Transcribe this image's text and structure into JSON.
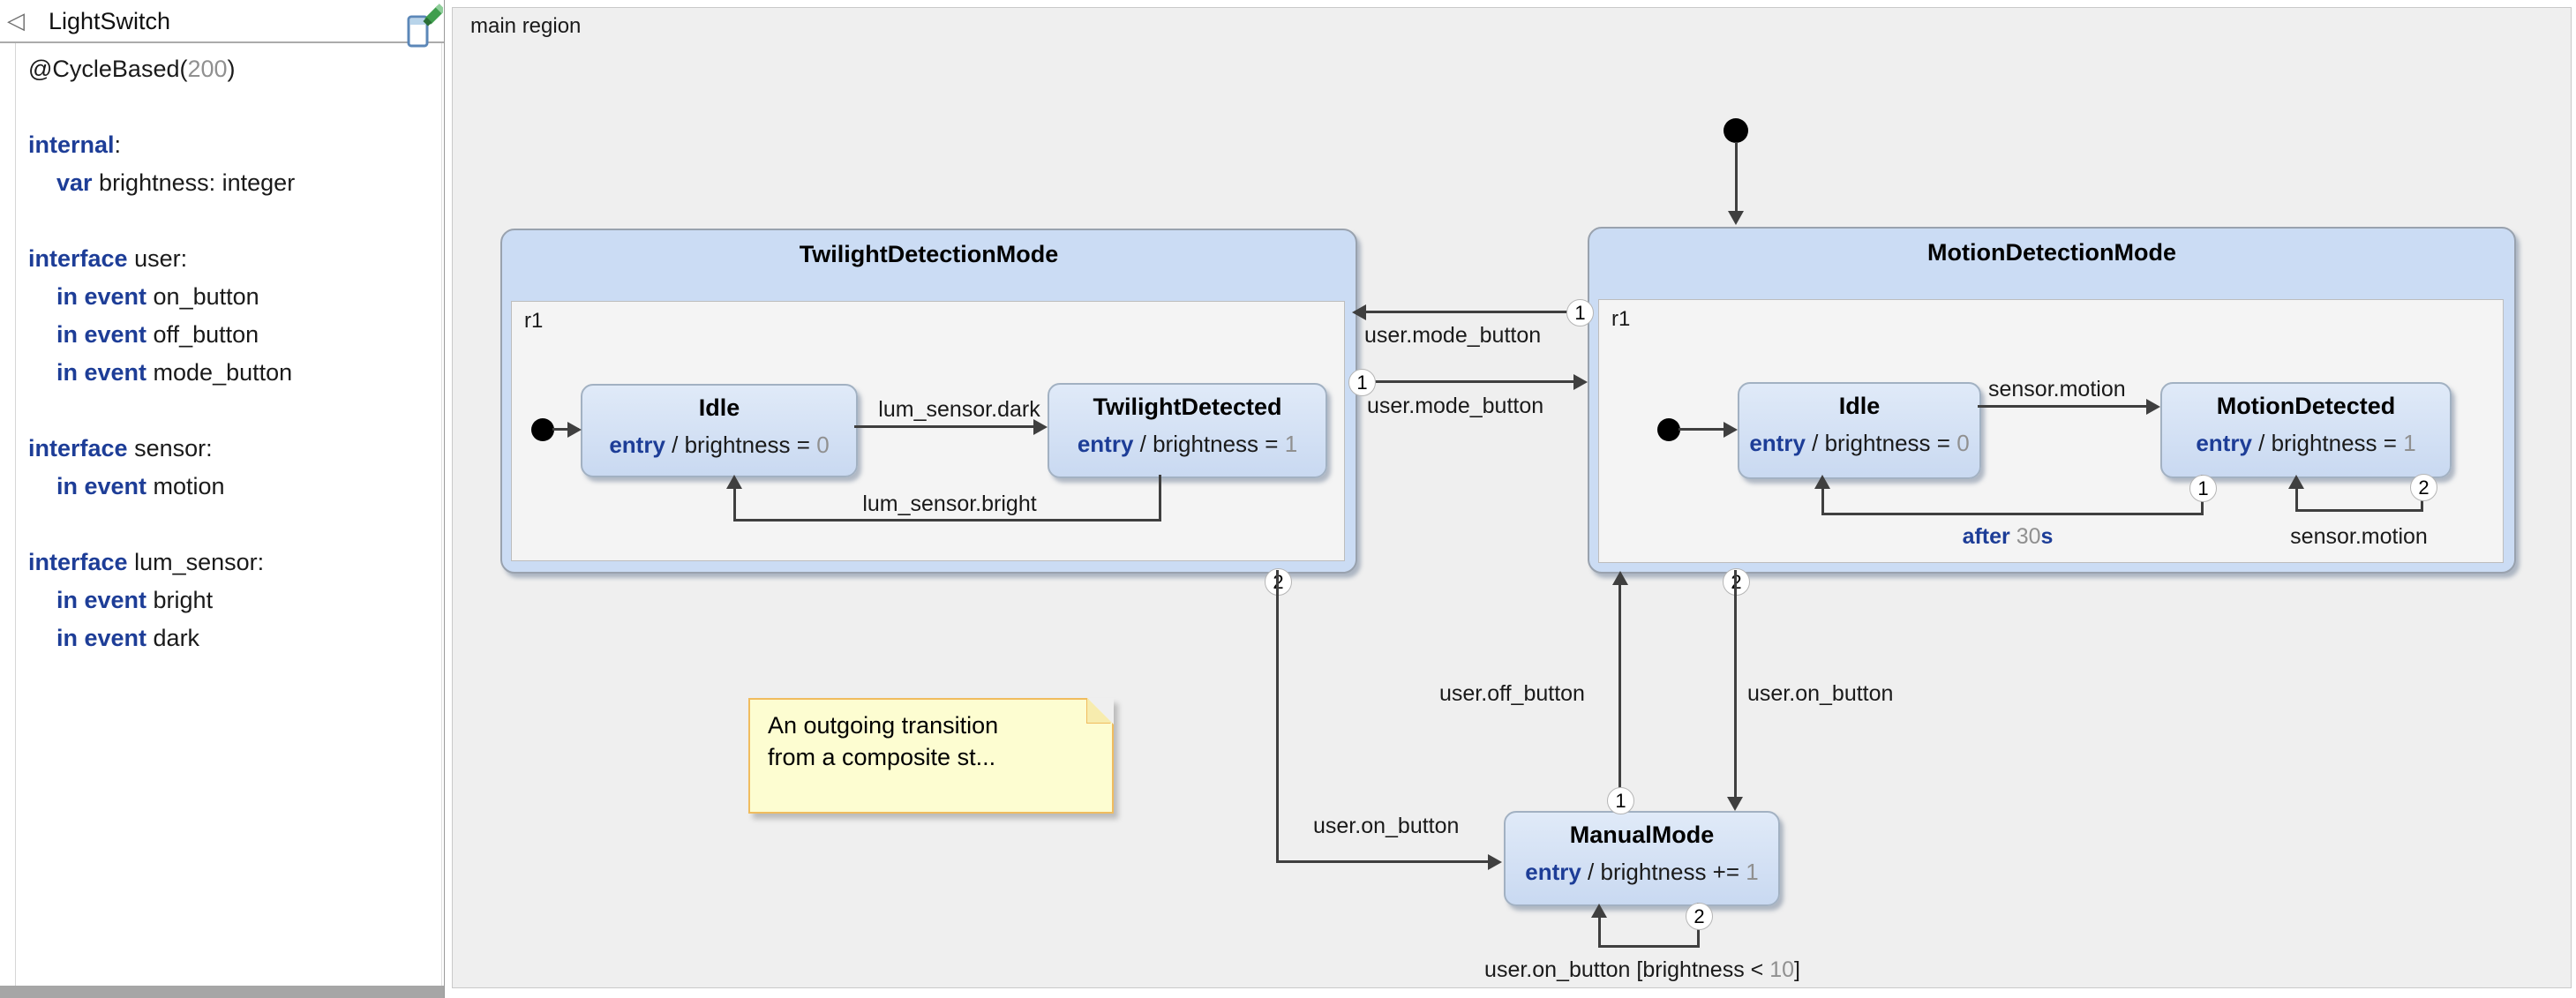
{
  "colors": {
    "keyword_navy": "#1d3d97",
    "muted_value_gray": "#909090",
    "arrow_gray": "#3f3f3f",
    "composite_header_blue": "#cbdcf4",
    "state_fill_blue": "#d4e1f4",
    "note_yellow": "#fdfdd1",
    "note_border_orange": "#f0bc5e",
    "canvas_gray": "#efefef"
  },
  "panel": {
    "title": "LightSwitch",
    "collapse_glyph": "◁",
    "declarations": [
      {
        "indent": 0,
        "segments": [
          {
            "t": "@CycleBased("
          },
          {
            "t": "200",
            "c": "num"
          },
          {
            "t": ")"
          }
        ]
      },
      {
        "blank": true
      },
      {
        "indent": 0,
        "segments": [
          {
            "t": "internal",
            "c": "kw"
          },
          {
            "t": ":"
          }
        ]
      },
      {
        "indent": 1,
        "segments": [
          {
            "t": "var",
            "c": "kw"
          },
          {
            "t": " brightness: integer"
          }
        ]
      },
      {
        "blank": true
      },
      {
        "indent": 0,
        "segments": [
          {
            "t": "interface",
            "c": "kw"
          },
          {
            "t": " user:"
          }
        ]
      },
      {
        "indent": 1,
        "segments": [
          {
            "t": "in event",
            "c": "kw"
          },
          {
            "t": " on_button"
          }
        ]
      },
      {
        "indent": 1,
        "segments": [
          {
            "t": "in event",
            "c": "kw"
          },
          {
            "t": " off_button"
          }
        ]
      },
      {
        "indent": 1,
        "segments": [
          {
            "t": "in event",
            "c": "kw"
          },
          {
            "t": " mode_button"
          }
        ]
      },
      {
        "blank": true
      },
      {
        "indent": 0,
        "segments": [
          {
            "t": "interface",
            "c": "kw"
          },
          {
            "t": " sensor:"
          }
        ]
      },
      {
        "indent": 1,
        "segments": [
          {
            "t": "in event",
            "c": "kw"
          },
          {
            "t": " motion"
          }
        ]
      },
      {
        "blank": true
      },
      {
        "indent": 0,
        "segments": [
          {
            "t": "interface",
            "c": "kw"
          },
          {
            "t": " lum_sensor:"
          }
        ]
      },
      {
        "indent": 1,
        "segments": [
          {
            "t": "in event",
            "c": "kw"
          },
          {
            "t": " bright"
          }
        ]
      },
      {
        "indent": 1,
        "segments": [
          {
            "t": "in event",
            "c": "kw"
          },
          {
            "t": " dark"
          }
        ]
      }
    ]
  },
  "diagram": {
    "region_label": "main region",
    "composites": {
      "twilight": {
        "title": "TwilightDetectionMode",
        "region_label": "r1"
      },
      "motion": {
        "title": "MotionDetectionMode",
        "region_label": "r1"
      }
    },
    "states": {
      "twilight_idle": {
        "title": "Idle",
        "entry": [
          {
            "t": "entry",
            "c": "kw"
          },
          {
            "t": " / brightness = "
          },
          {
            "t": "0",
            "c": "num"
          }
        ]
      },
      "twilight_detected": {
        "title": "TwilightDetected",
        "entry": [
          {
            "t": "entry",
            "c": "kw"
          },
          {
            "t": " / brightness = "
          },
          {
            "t": "1",
            "c": "num"
          }
        ]
      },
      "motion_idle": {
        "title": "Idle",
        "entry": [
          {
            "t": "entry",
            "c": "kw"
          },
          {
            "t": " / brightness = "
          },
          {
            "t": "0",
            "c": "num"
          }
        ]
      },
      "motion_detected": {
        "title": "MotionDetected",
        "entry": [
          {
            "t": "entry",
            "c": "kw"
          },
          {
            "t": " / brightness = "
          },
          {
            "t": "1",
            "c": "num"
          }
        ]
      },
      "manual": {
        "title": "ManualMode",
        "entry": [
          {
            "t": "entry",
            "c": "kw"
          },
          {
            "t": " / brightness += "
          },
          {
            "t": "1",
            "c": "num"
          }
        ]
      }
    },
    "transitions": {
      "lum_dark": {
        "event": "lum_sensor.dark"
      },
      "lum_bright": {
        "event": "lum_sensor.bright"
      },
      "mode_to_twilight": {
        "event": "user.mode_button",
        "priority": "1"
      },
      "twilight_to_mode": {
        "event": "user.mode_button",
        "priority": "1"
      },
      "sensor_motion": {
        "event": "sensor.motion"
      },
      "after_30s": {
        "priority": "1",
        "segments": [
          {
            "t": "after ",
            "c": "kw"
          },
          {
            "t": "30",
            "c": "num"
          },
          {
            "t": "s",
            "c": "kw"
          }
        ]
      },
      "motion_self": {
        "event": "sensor.motion",
        "priority": "2"
      },
      "twilight_to_manual": {
        "event": "user.on_button",
        "priority": "2"
      },
      "manual_to_motion": {
        "event": "user.off_button",
        "priority": "1"
      },
      "motion_to_manual": {
        "event": "user.on_button",
        "priority": "2"
      },
      "manual_self": {
        "priority": "2",
        "segments": [
          {
            "t": "user.on_button [brightness < "
          },
          {
            "t": "10",
            "c": "num"
          },
          {
            "t": "]"
          }
        ]
      }
    },
    "note": {
      "line1": "An outgoing transition",
      "line2": "from a composite st..."
    }
  }
}
